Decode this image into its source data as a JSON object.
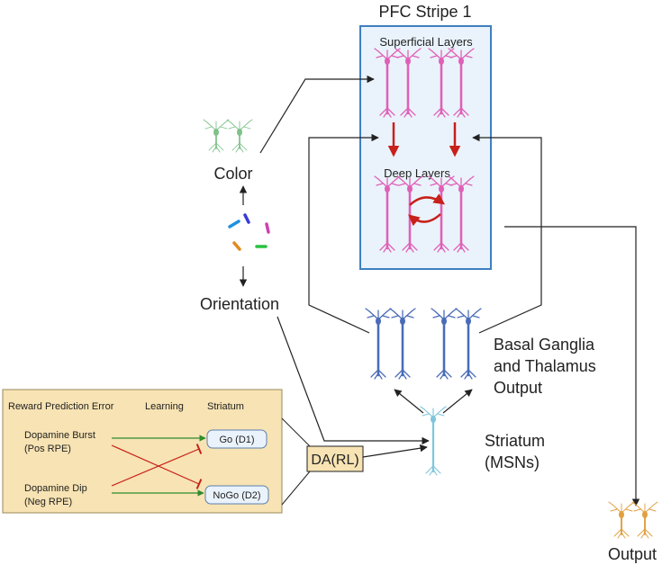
{
  "pfc": {
    "title": "PFC Stripe 1",
    "superficial_label": "Superficial Layers",
    "deep_label": "Deep Layers"
  },
  "inputs": {
    "color_label": "Color",
    "orientation_label": "Orientation"
  },
  "basal_ganglia": {
    "line1": "Basal Ganglia",
    "line2": "and Thalamus",
    "line3": "Output"
  },
  "striatum": {
    "line1": "Striatum",
    "line2": "(MSNs)"
  },
  "output_label": "Output",
  "da_label": "DA(RL)",
  "legend": {
    "col_rpe": "Reward Prediction  Error",
    "col_learning": "Learning",
    "col_striatum": "Striatum",
    "burst_line1": "Dopamine Burst",
    "burst_line2": "(Pos RPE)",
    "dip_line1": "Dopamine Dip",
    "dip_line2": "(Neg RPE)",
    "go_label": "Go (D1)",
    "nogo_label": "NoGo (D2)"
  },
  "colors": {
    "pfc_box_border": "#3f7fc0",
    "pfc_box_fill": "#eaf3fb",
    "pfc_neuron": "#e060b8",
    "red_arrow": "#c8201a",
    "color_neuron": "#7fc28a",
    "bg_neuron": "#4a6cb8",
    "striatum_neuron": "#7ec6dc",
    "output_neuron": "#e0a040",
    "legend_fill": "#f7e3b3",
    "legend_border": "#9a8a5a",
    "green_arrow": "#2e8b2e",
    "red_inhib": "#c8201a",
    "pill_fill": "#eaf2fb",
    "pill_border": "#5a7fb0"
  }
}
